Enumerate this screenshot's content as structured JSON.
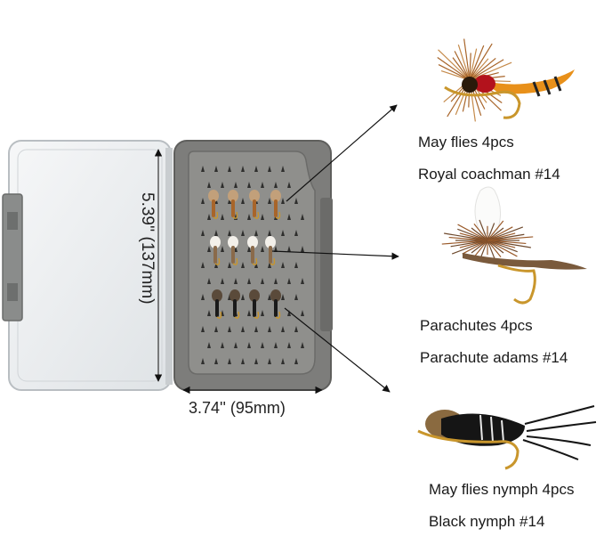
{
  "dimensions": {
    "height_label": "5.39'' (137mm)",
    "width_label": "3.74'' (95mm)"
  },
  "flies": [
    {
      "group": "May flies 4pcs",
      "pattern": "Royal coachman #14"
    },
    {
      "group": "Parachutes 4pcs",
      "pattern": "Parachute adams #14"
    },
    {
      "group": "May flies nymph 4pcs",
      "pattern": "Black nymph #14"
    }
  ],
  "colors": {
    "case_gray": "#7d7d7b",
    "foam": "#8f8f8c",
    "lid": "#e9ecee",
    "hackle_brown": "#a8652a",
    "body_red": "#b3121c",
    "tail_orange": "#e8901a",
    "hook_gold": "#c9962c",
    "nymph_black": "#151515"
  }
}
